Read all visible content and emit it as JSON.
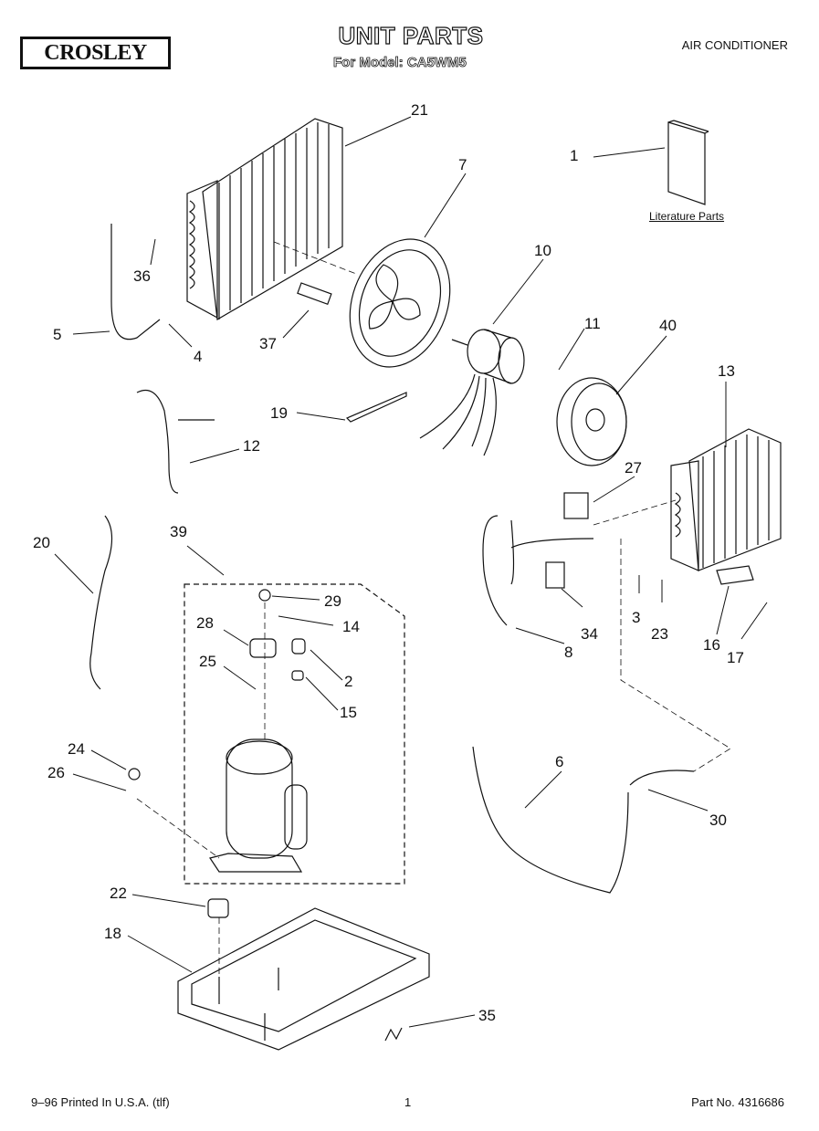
{
  "header": {
    "brand": "CROSLEY",
    "title": "UNIT PARTS",
    "model_line": "For Model: CA5WM5",
    "appliance": "AIR CONDITIONER"
  },
  "literature_label": "Literature Parts",
  "callouts": [
    "21",
    "7",
    "1",
    "36",
    "10",
    "5",
    "4",
    "37",
    "11",
    "40",
    "13",
    "19",
    "12",
    "27",
    "20",
    "39",
    "29",
    "14",
    "28",
    "25",
    "2",
    "15",
    "3",
    "23",
    "8",
    "34",
    "16",
    "17",
    "24",
    "26",
    "6",
    "30",
    "22",
    "18",
    "35"
  ],
  "footer": {
    "left": "9–96 Printed In U.S.A. (tlf)",
    "center": "1",
    "right": "Part No. 4316686"
  }
}
